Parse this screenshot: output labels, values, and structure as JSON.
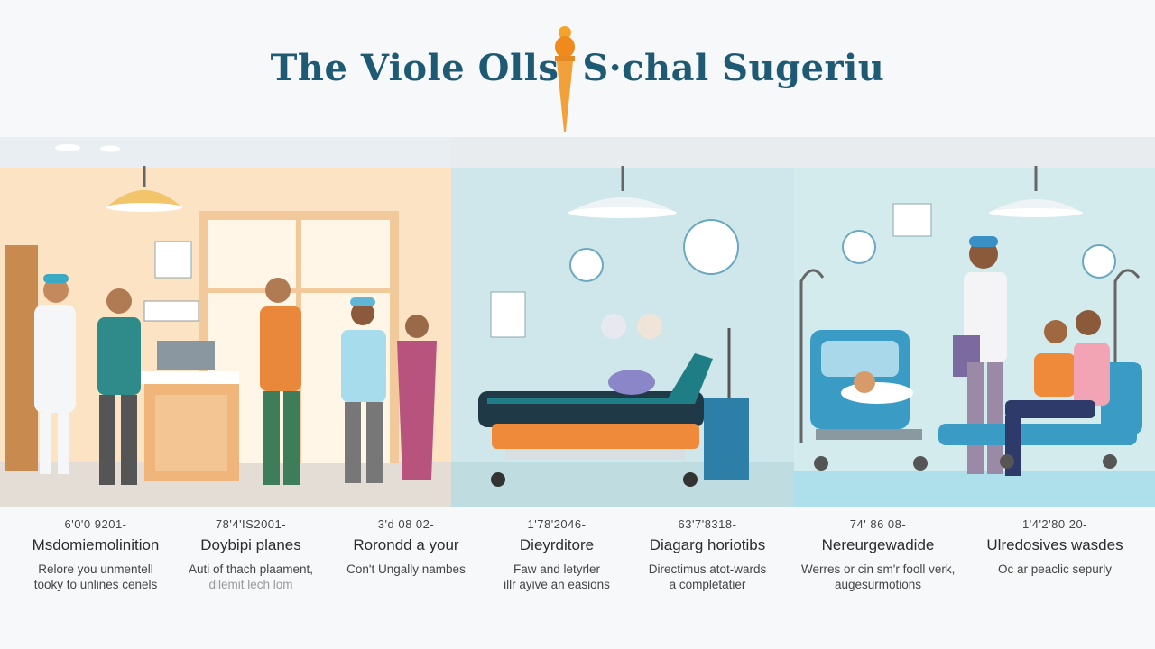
{
  "title": {
    "left": "The Viole Olls",
    "right": "S·chal Sugeriu"
  },
  "captions": [
    {
      "code": "6'0'0 9201-",
      "heading": "Msdomiemolinition",
      "line1": "Relore you unmentell",
      "line2": "tooky to unlines cenels"
    },
    {
      "code": "78'4'IS2001-",
      "heading": "Doybipi planes",
      "line1": "Auti of thach plaament,",
      "line2": "dilemit lech lom"
    },
    {
      "code": "3'd 08 02-",
      "heading": "Rorondd a your",
      "line1": "Con't Ungally nambes",
      "line2": ""
    },
    {
      "code": "1'78'2046-",
      "heading": "Dieyrditore",
      "line1": "Faw and letyrler",
      "line2": "illr ayive an easions"
    },
    {
      "code": "63'7'8318-",
      "heading": "Diagarg horiotibs",
      "line1": "Directimus atot-wards",
      "line2": "a completatier"
    },
    {
      "code": "74' 86 08-",
      "heading": "Nereurgewadide",
      "line1": "Werres or cin sm'r fooll verk,",
      "line2": "augesurmotions"
    },
    {
      "code": "1'4'2'80 20-",
      "heading": "Ulredosives wasdes",
      "line1": "Oc ar peaclic sepurly",
      "line2": ""
    }
  ],
  "colors": {
    "title": "#1f5a74",
    "panel1_wall": "#fbe3c4",
    "panel2_wall": "#cfe7ea",
    "panel3_wall": "#d4ebee",
    "accent_orange": "#f08a30",
    "bed_teal": "#2e8fa8"
  }
}
